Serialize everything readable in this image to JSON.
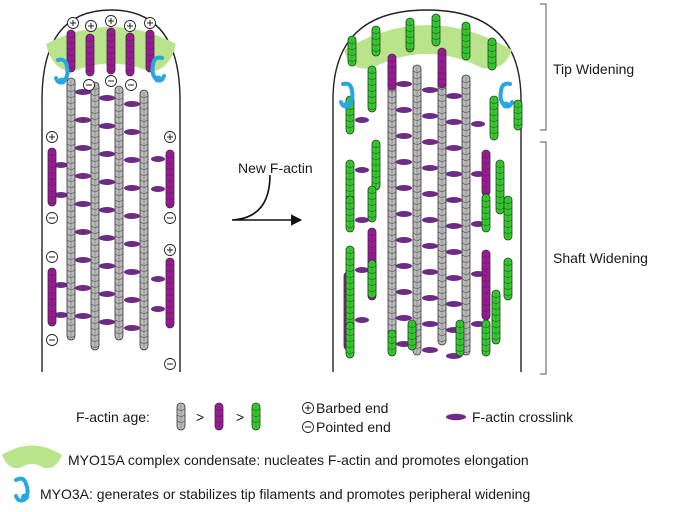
{
  "arrow": {
    "label": "New F-actin"
  },
  "brackets": {
    "tip": "Tip Widening",
    "shaft": "Shaft Widening"
  },
  "legend": {
    "age_label": "F-actin age:",
    "order_symbol": ">",
    "barbed": "Barbed end",
    "pointed": "Pointed end",
    "crosslink": "F-actin crosslink",
    "myo15a": "MYO15A complex condensate: nucleates F-actin and promotes elongation",
    "myo3a": "MYO3A: generates or stabilizes tip filaments and promotes peripheral widening"
  },
  "symbols": {
    "plus": "+",
    "minus": "−"
  },
  "colors": {
    "old_actin": "#b9b9b9",
    "mid_actin": "#a2169b",
    "new_actin": "#2fcf2a",
    "crosslink": "#6d2b86",
    "condensate": "#b9e48c",
    "myo3a": "#27a9df",
    "outline": "#222222"
  }
}
